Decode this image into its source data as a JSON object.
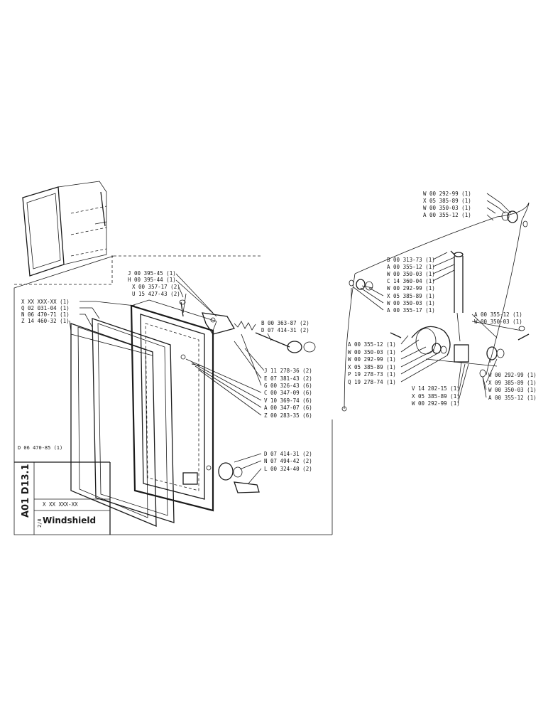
{
  "title": "Windshield",
  "page_code": "A01 D13.1",
  "sheet": "2/8",
  "part_number": "X XX XXX-XX",
  "base_assembly": "D 06 470-85 (1)",
  "left_callouts": [
    "X XX XXX-XX (1)",
    "Q 02 031-04 (1)",
    "N 06 470-71 (1)",
    "Z 14 460-32 (1)"
  ],
  "top_callouts": [
    "J 00 395-45 (1)",
    "H 00 395-44 (1)",
    "X 00 357-17 (2)",
    "U 15 427-43 (2)"
  ],
  "mid_callouts": [
    "B 00 363-87 (2)",
    "D 07 414-31 (2)"
  ],
  "right_col_callouts": [
    "J 11 278-36 (2)",
    "E 07 381-43 (2)",
    "G 00 326-43 (6)",
    "C 00 347-09 (6)",
    "V 10 369-74 (6)",
    "A 00 347-07 (6)",
    "Z 00 283-35 (6)"
  ],
  "bottom_callouts": [
    "D 07 414-31 (2)",
    "N 07 494-42 (2)",
    "L 00 324-40 (2)"
  ],
  "tr_top": [
    "W 00 292-99 (1)",
    "X 05 385-89 (1)",
    "W 00 350-03 (1)",
    "A 00 355-12 (1)"
  ],
  "tr_mid": [
    "B 00 313-73 (1)",
    "A 00 355-12 (1)",
    "W 00 350-03 (1)",
    "C 14 360-04 (1)",
    "W 00 292-99 (1)",
    "X 05 385-89 (1)",
    "W 00 350-03 (1)",
    "A 00 355-17 (1)"
  ],
  "tr_right_a": [
    "A 00 355-12 (1)",
    "W 00 350-03 (1)"
  ],
  "tr_left_low": [
    "A 00 355-12 (1)",
    "W 00 350-03 (1)",
    "W 00 292-99 (1)",
    "X 05 385-89 (1)",
    "P 19 278-73 (1)",
    "Q 19 278-74 (1)"
  ],
  "tr_bottom": [
    "V 14 202-15 (1)",
    "X 05 385-89 (1)",
    "W 00 292-99 (1)"
  ],
  "tr_right_b": [
    "W 00 292-99 (1)",
    "X 09 385-89 (1)",
    "W 00 350-03 (1)",
    "A 00 355-12 (1)"
  ]
}
